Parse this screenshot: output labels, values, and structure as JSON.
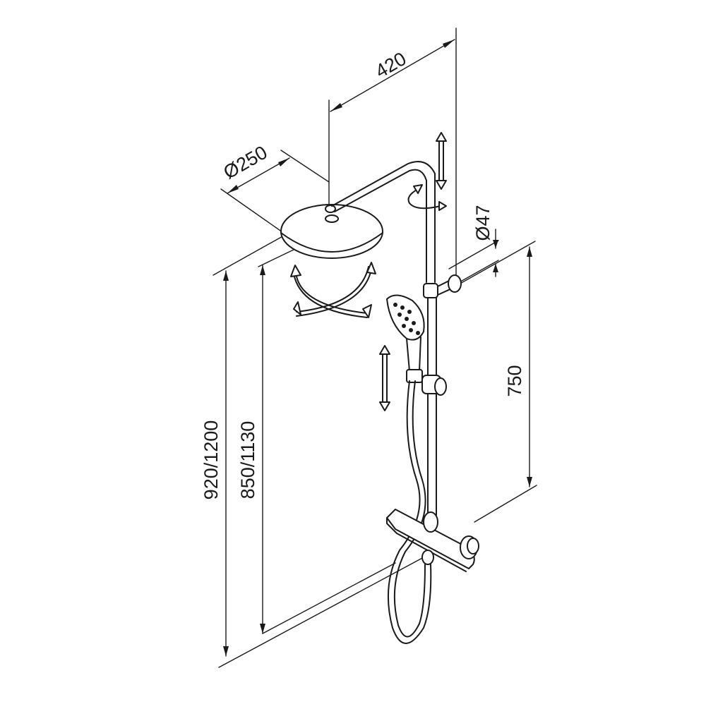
{
  "dimensions": {
    "arm_length": "420",
    "head_diameter": "Ø250",
    "bar_diameter": "Ø47",
    "bar_height": "750",
    "total_height": "920/1200",
    "head_height": "850/1130"
  },
  "icons": {
    "vertical_adjust": "double-arrow-vertical-icon",
    "rotate": "rotate-arrow-icon",
    "tilt": "tilt-cross-arrows-icon",
    "slide": "double-arrow-slide-icon"
  },
  "colors": {
    "line": "#1a1a1a",
    "background": "#ffffff"
  }
}
